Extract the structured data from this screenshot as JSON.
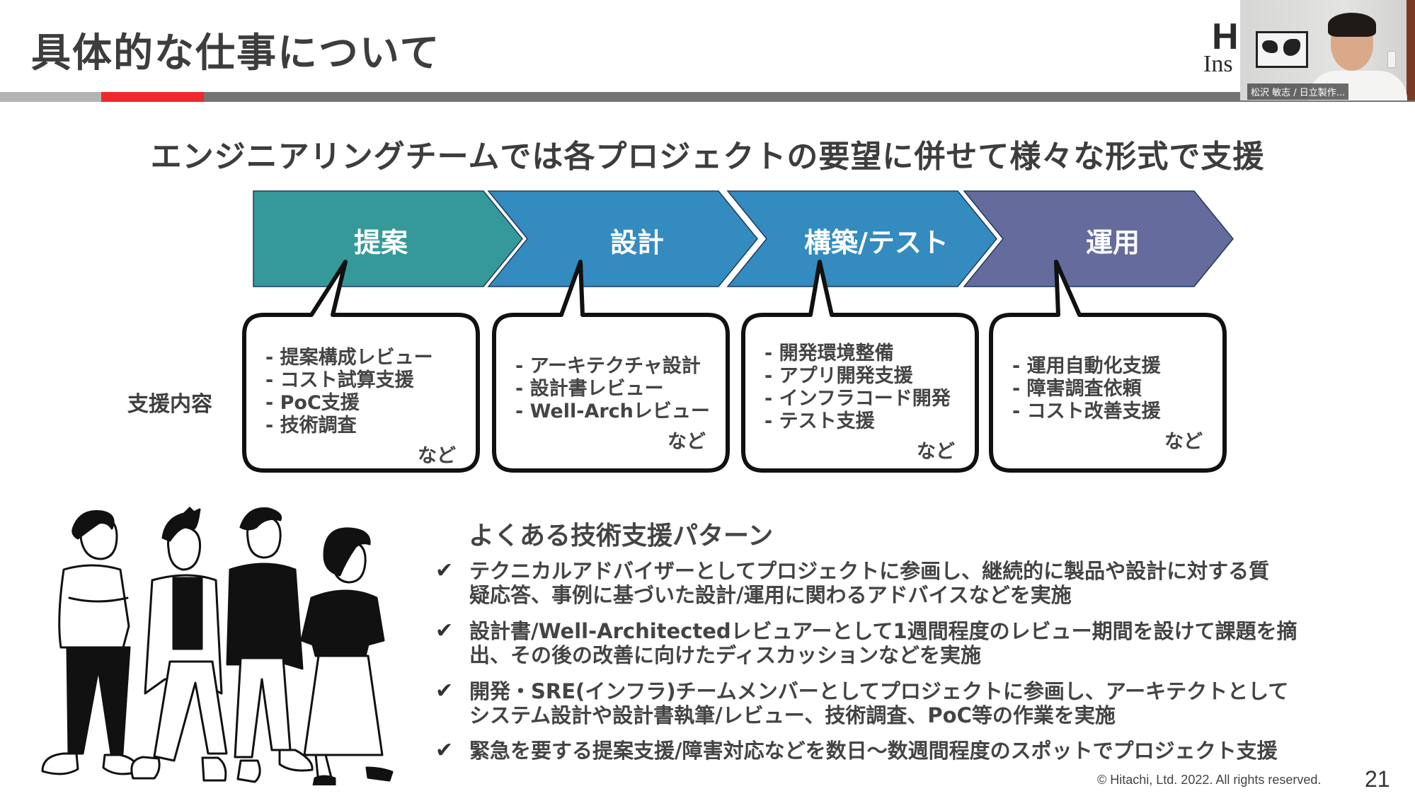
{
  "slide": {
    "title": "具体的な仕事について",
    "logo": {
      "main": "H",
      "sub": "Ins"
    },
    "headline": "エンジニアリングチームでは各プロジェクトの要望に併せて様々な形式で支援",
    "progress_colors": {
      "left": "#b4b4b4",
      "active": "#f0282d",
      "right": "#747474"
    }
  },
  "video": {
    "participant_name": "松沢 敏志 / 日立製作..."
  },
  "flow": {
    "support_label": "支援内容",
    "stages": [
      {
        "label": "提案",
        "color": "#35999a",
        "items": [
          "- 提案構成レビュー",
          "- コスト試算支援",
          "- PoC支援",
          "- 技術調査"
        ],
        "suffix": "など"
      },
      {
        "label": "設計",
        "color": "#338bc0",
        "items": [
          "- アーキテクチャ設計",
          "- 設計書レビュー",
          "- Well-Archレビュー"
        ],
        "suffix": "など"
      },
      {
        "label": "構築/テスト",
        "color": "#338bc0",
        "items": [
          "- 開発環境整備",
          "- アプリ開発支援",
          "- インフラコード開発",
          "- テスト支援"
        ],
        "suffix": "など"
      },
      {
        "label": "運用",
        "color": "#656b9c",
        "items": [
          "- 運用自動化支援",
          "- 障害調査依頼",
          "- コスト改善支援"
        ],
        "suffix": "など"
      }
    ]
  },
  "patterns": {
    "heading": "よくある技術支援パターン",
    "check_icon": "✔",
    "items": [
      {
        "line1": "テクニカルアドバイザーとしてプロジェクトに参画し、継続的に製品や設計に対する質",
        "line2": "疑応答、事例に基づいた設計/運用に関わるアドバイスなどを実施"
      },
      {
        "line1": "設計書/Well-Architectedレビュアーとして1週間程度のレビュー期間を設けて課題を摘",
        "line2": "出、その後の改善に向けたディスカッションなどを実施"
      },
      {
        "line1": "開発・SRE(インフラ)チームメンバーとしてプロジェクトに参画し、アーキテクトとして",
        "line2": "システム設計や設計書執筆/レビュー、技術調査、PoC等の作業を実施"
      },
      {
        "line1": "緊急を要する提案支援/障害対応などを数日〜数週間程度のスポットでプロジェクト支援",
        "line2": ""
      }
    ]
  },
  "footer": {
    "copyright": "© Hitachi, Ltd. 2022. All rights reserved.",
    "page_number": "21"
  }
}
